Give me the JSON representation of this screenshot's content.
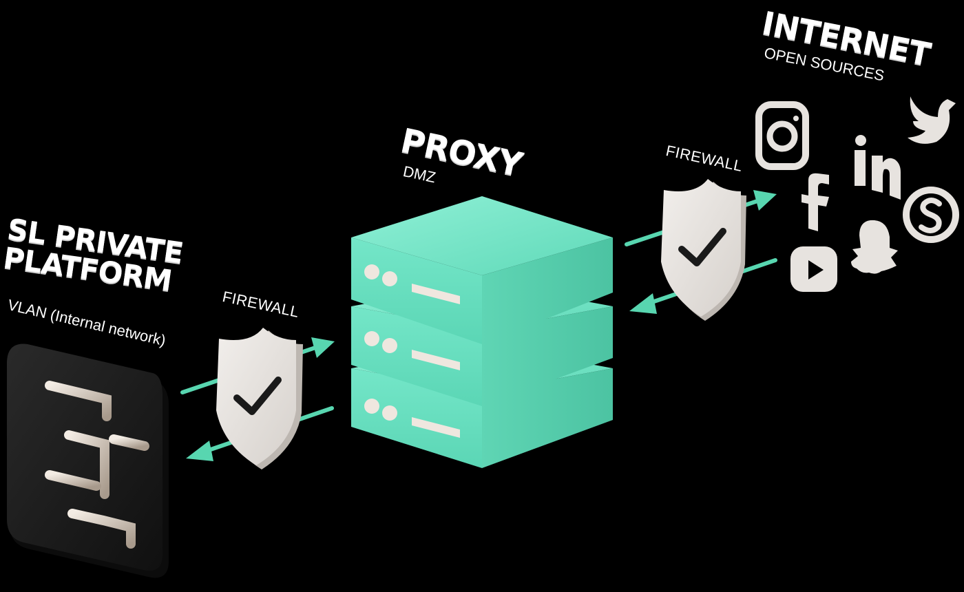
{
  "platform": {
    "title_line1": "SL PRIVATE",
    "title_line2": "PLATFORM",
    "subtitle": "VLAN (Internal network)"
  },
  "proxy": {
    "title": "PROXY",
    "subtitle": "DMZ"
  },
  "internet": {
    "title": "INTERNET",
    "subtitle": "OPEN SOURCES"
  },
  "firewall_left": {
    "label": "FIREWALL"
  },
  "firewall_right": {
    "label": "FIREWALL"
  },
  "social_icons": [
    "instagram-icon",
    "twitter-icon",
    "linkedin-icon",
    "facebook-icon",
    "skype-icon",
    "snapchat-icon",
    "youtube-icon"
  ],
  "colors": {
    "background": "#000000",
    "server": "#6fe3c4",
    "arrow": "#58d6b0",
    "shield": "#e8e4e0",
    "platform_tile": "#1c1c1c"
  }
}
